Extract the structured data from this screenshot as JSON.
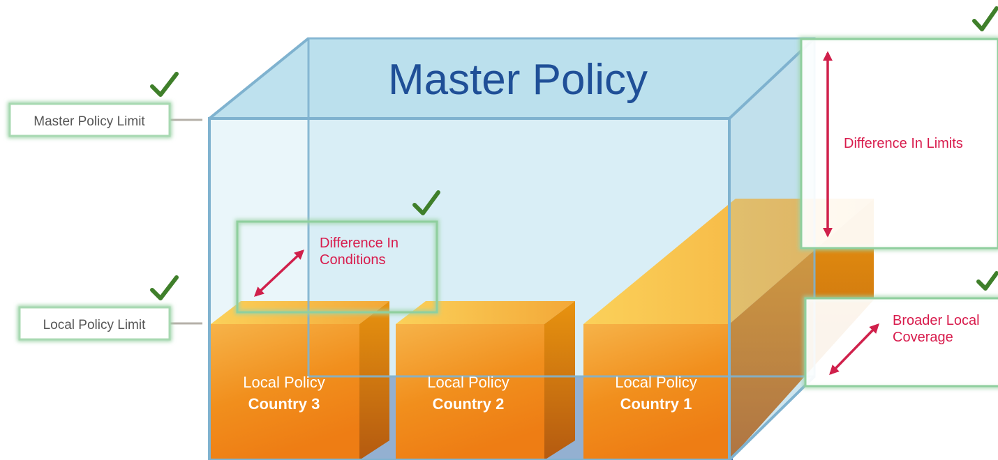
{
  "diagram": {
    "title": "Master Policy",
    "labels": {
      "master_limit": "Master Policy Limit",
      "local_limit": "Local Policy Limit",
      "diff_conditions_line1": "Difference In",
      "diff_conditions_line2": "Conditions",
      "diff_limits": "Difference In Limits",
      "broader_line1": "Broader Local",
      "broader_line2": "Coverage"
    },
    "boxes": [
      {
        "line1": "Local Policy",
        "line2": "Country 3"
      },
      {
        "line1": "Local Policy",
        "line2": "Country 2"
      },
      {
        "line1": "Local Policy",
        "line2": "Country 1"
      }
    ]
  },
  "colors": {
    "title": "#1f4f97",
    "annotation": "#d81b4c",
    "arrow": "#d0204b",
    "check": "#3f7f2a",
    "callout_border": "#9ed3a8",
    "cube_edge": "#7fb2cf",
    "cube_fill": "#cde8f2",
    "floor": "#3e65a4",
    "box_orange": "#f08d1a",
    "box_text": "#ffffff"
  },
  "icons": {
    "check": "check-icon",
    "arrow": "double-arrow-icon"
  }
}
